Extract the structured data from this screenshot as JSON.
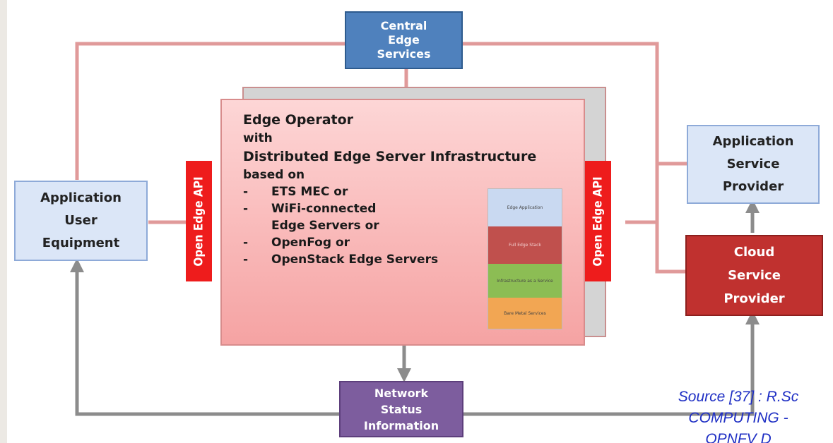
{
  "diagram": {
    "central_edge_services": [
      "Central",
      "Edge",
      "Services"
    ],
    "app_user_equipment": [
      "Application",
      "User",
      "Equipment"
    ],
    "app_service_provider": [
      "Application",
      "Service",
      "Provider"
    ],
    "cloud_service_provider": [
      "Cloud",
      "Service",
      "Provider"
    ],
    "network_status": [
      "Network",
      "Status",
      "Information"
    ],
    "open_edge_api": "Open Edge API",
    "edge_operator": {
      "line1": "Edge Operator",
      "line2": "with",
      "line3": "Distributed Edge Server Infrastructure",
      "line4": "based on",
      "bullets": [
        {
          "dash": "-",
          "text": "ETS MEC or"
        },
        {
          "dash": "-",
          "text": "WiFi-connected"
        },
        {
          "dash": "",
          "text": "Edge Servers or"
        },
        {
          "dash": "-",
          "text": "OpenFog or"
        },
        {
          "dash": "-",
          "text": "OpenStack Edge Servers"
        }
      ]
    },
    "stack_layers": [
      {
        "label": "Edge Application",
        "color": "#c9d9f1"
      },
      {
        "label": "Full Edge Stack",
        "color": "#c0504d"
      },
      {
        "label": "Infrastructure as a Service",
        "color": "#8cbd54"
      },
      {
        "label": "Bare Metal Services",
        "color": "#f2a653"
      }
    ]
  },
  "source_note": [
    "Source [37] : R.Sc",
    "COMPUTING -",
    "OPNFV D"
  ],
  "colors": {
    "pink_line": "#e09a9a",
    "gray_arrow": "#8c8c8c",
    "api_red": "#ee1c1c"
  }
}
